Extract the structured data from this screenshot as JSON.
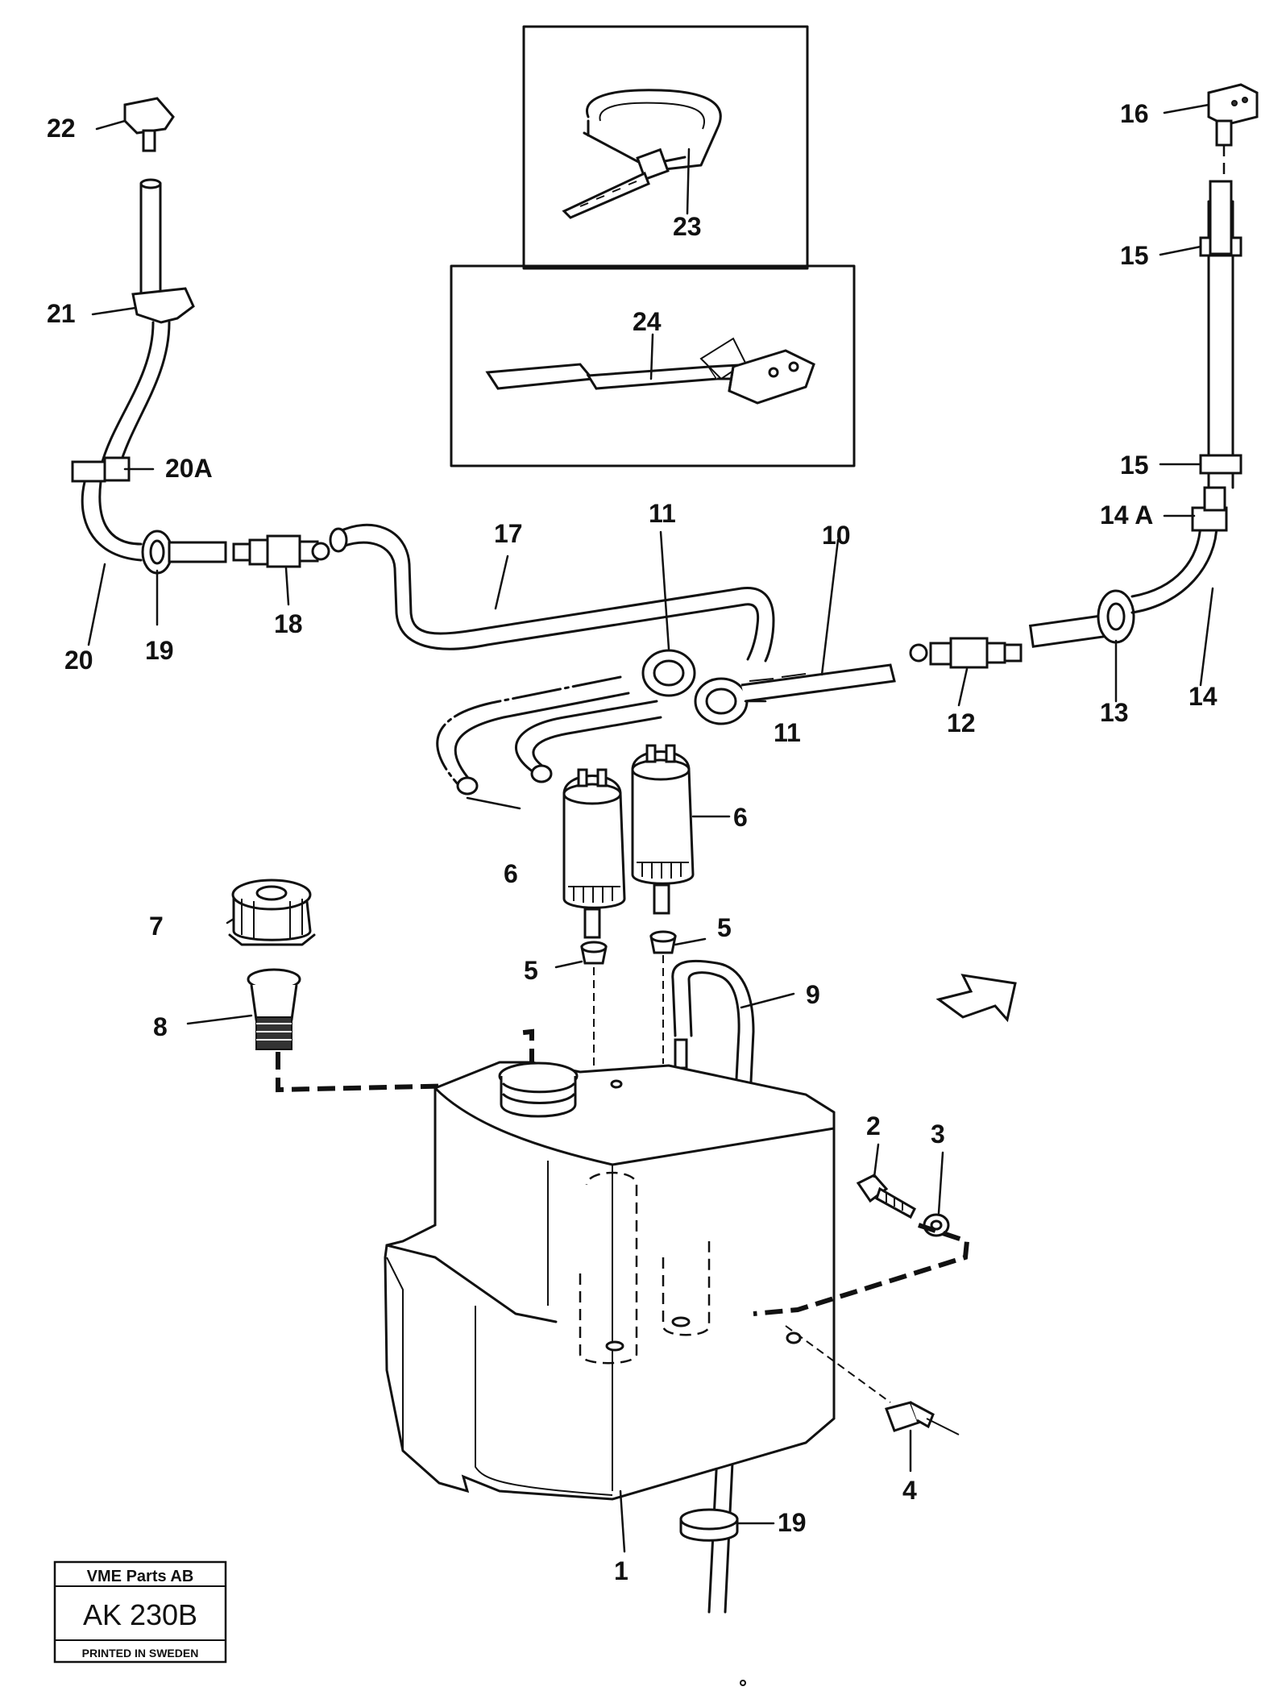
{
  "callouts": {
    "c1": "1",
    "c2": "2",
    "c3": "3",
    "c4": "4",
    "c5a": "5",
    "c5b": "5",
    "c6a": "6",
    "c6b": "6",
    "c7": "7",
    "c8": "8",
    "c9": "9",
    "c10": "10",
    "c11a": "11",
    "c11b": "11",
    "c12": "12",
    "c13": "13",
    "c14": "14",
    "c14a": "14 A",
    "c15a": "15",
    "c15b": "15",
    "c16": "16",
    "c17": "17",
    "c18": "18",
    "c19a": "19",
    "c19b": "19",
    "c20": "20",
    "c20a": "20A",
    "c21": "21",
    "c22": "22",
    "c23": "23",
    "c24": "24"
  },
  "stamp": {
    "company": "VME Parts AB",
    "code": "AK 230B",
    "printed": "PRINTED IN SWEDEN"
  }
}
